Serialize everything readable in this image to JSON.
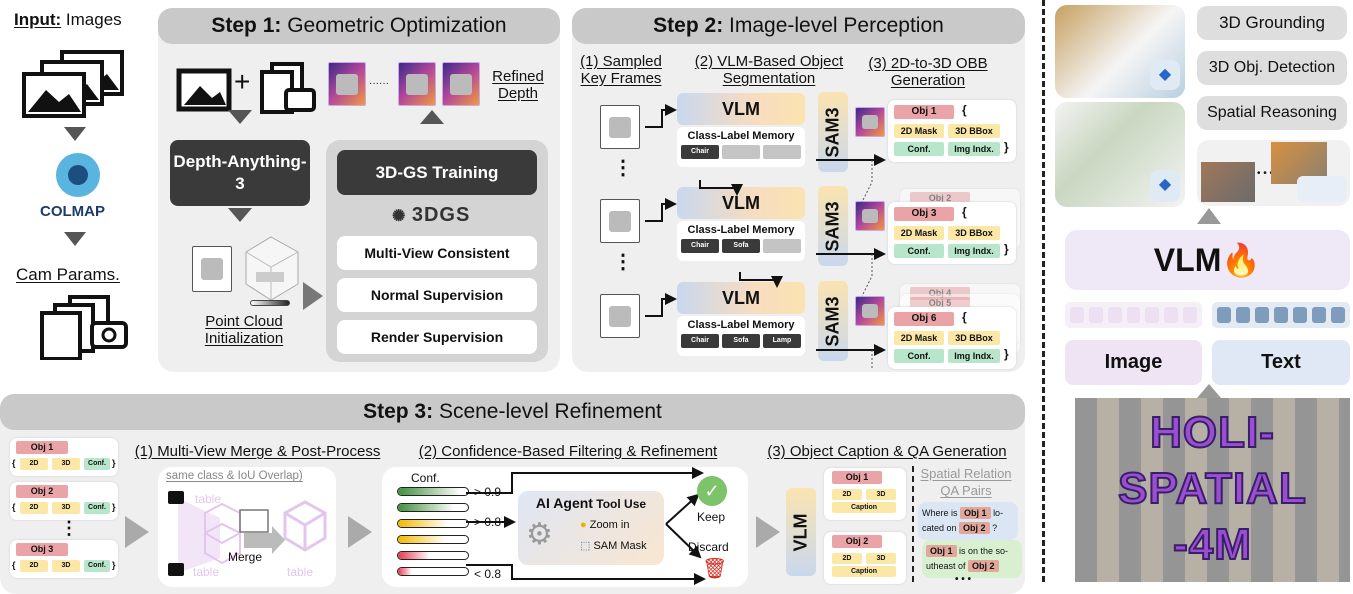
{
  "input": {
    "title_bold": "Input:",
    "title_rest": " Images",
    "colmap": "COLMAP",
    "cam": "Cam Params."
  },
  "step1": {
    "title_bold": "Step 1:",
    "title_rest": " Geometric Optimization",
    "refined": "Refined Depth",
    "depth_anything": "Depth-Anything-3",
    "point_cloud": "Point Cloud Initialization",
    "gs_training": "3D-GS Training",
    "gs_logo": "3DGS",
    "boxes": [
      "Multi-View Consistent",
      "Normal Supervision",
      "Render Supervision"
    ],
    "plus": "+",
    "dots": "······"
  },
  "step2": {
    "title_bold": "Step 2:",
    "title_rest": " Image-level Perception",
    "col1": "(1) Sampled Key Frames",
    "col2": "(2) VLM-Based Object Segmentation",
    "col3": "(3) 2D-to-3D OBB Generation",
    "vlm": "VLM",
    "memory": "Class-Label Memory",
    "sam": "SAM3",
    "rows": [
      {
        "chips": [
          "Chair",
          "",
          ""
        ],
        "obj": "Obj 1",
        "behind": []
      },
      {
        "chips": [
          "Chair",
          "Sofa",
          ""
        ],
        "obj": "Obj 3",
        "behind": [
          "Obj 2"
        ]
      },
      {
        "chips": [
          "Chair",
          "Sofa",
          "Lamp"
        ],
        "obj": "Obj 6",
        "behind": [
          "Obj 4",
          "Obj 5"
        ]
      }
    ],
    "fields": [
      "2D Mask",
      "3D BBox",
      "Conf.",
      "Img Indx."
    ],
    "brace_open": "{",
    "brace_close": "}",
    "vdots": "⋮"
  },
  "step3": {
    "title_bold": "Step 3:",
    "title_rest": " Scene-level Refinement",
    "objs": [
      "Obj 1",
      "Obj 2",
      "Obj 3"
    ],
    "obj_fields": [
      "2D",
      "3D",
      "Conf."
    ],
    "merge_title": "(1) Multi-View Merge & Post-Process",
    "merge_sub": "same class & IoU Overlap)",
    "table": "table",
    "merge": "Merge",
    "filter_title": "(2) Confidence-Based Filtering & Refinement",
    "conf": "Conf.",
    "thresholds": [
      "> 0.9",
      "> 0.8",
      "< 0.8"
    ],
    "conf_levels": [
      0.9,
      0.8,
      0.72,
      0.68,
      0.45,
      0.2
    ],
    "agent_title_a": "AI Agent",
    "agent_title_b": " Tool Use",
    "zoom": "Zoom in",
    "sam_mask": "SAM Mask",
    "keep": "Keep",
    "discard": "Discard",
    "caption_title": "(3) Object Caption & QA Generation",
    "vlm": "VLM",
    "cap_objs": [
      "Obj 1",
      "Obj 2"
    ],
    "cap_fields": [
      "2D",
      "3D",
      "Caption"
    ],
    "qa_title": "Spatial Relation QA Pairs",
    "q": {
      "a": "Where is",
      "o1": "Obj 1",
      "b": "lo-cated on",
      "o2": "Obj 2",
      "c": "?"
    },
    "ans": {
      "o1": "Obj 1",
      "a": "is on the so-utheast of",
      "o2": "Obj 2"
    },
    "more": "• • •"
  },
  "right": {
    "tasks": [
      "3D Grounding",
      "3D Obj. Detection",
      "Spatial Reasoning"
    ],
    "vlm": "VLM",
    "image": "Image",
    "text": "Text",
    "logo": [
      "HOLI-",
      "SPATIAL",
      "-4M"
    ],
    "dots": "• • •"
  },
  "colors": {
    "panel": "#efefef",
    "header": "#c9c9c9",
    "obj_red": "#eaa3a6",
    "field_yellow": "#fbe7a6",
    "field_green": "#b8e6cb",
    "image_purple": "#efe4f4",
    "text_blue": "#dfe8f4",
    "token_blue": "#7e9cbc",
    "logo_purple": "#9a4fd0"
  }
}
